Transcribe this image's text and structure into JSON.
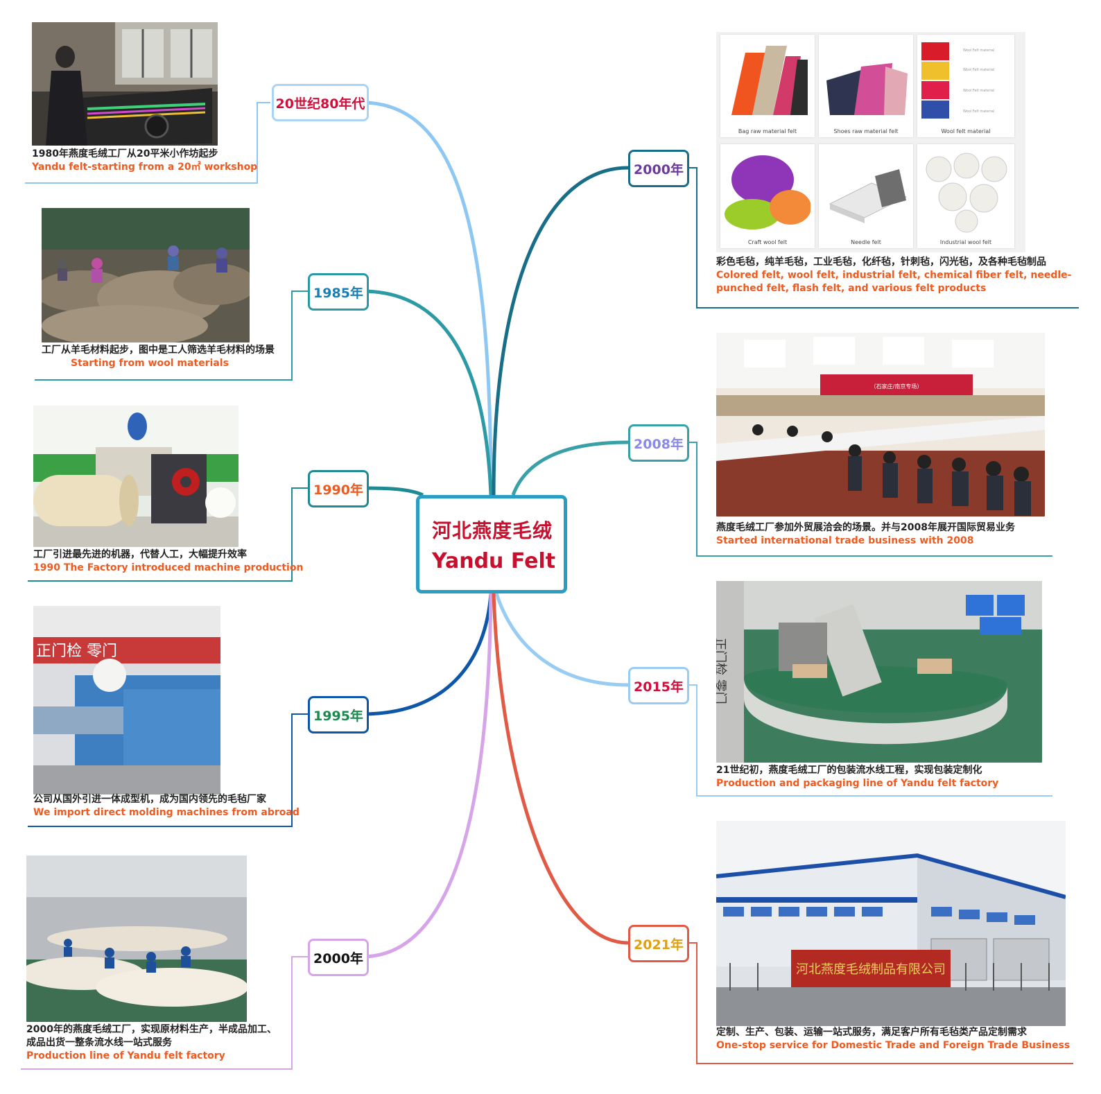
{
  "center": {
    "title_zh": "河北燕度毛绒",
    "title_en": "Yandu Felt"
  },
  "colors": {
    "center_border": "#2a9ec2",
    "title": "#c8102e",
    "caption_en": "#ee5a1f",
    "b1980s": "#8ec8f2",
    "b1985": "#2b9aa5",
    "b1990": "#1f8a92",
    "b1995": "#0d56a8",
    "b2000l": "#d6a4e8",
    "b2000r": "#176e86",
    "b2008": "#3aa0a8",
    "b2015": "#99ccf2",
    "b2021": "#e05a46"
  },
  "branches": {
    "b1980s": {
      "label": "20世纪80年代",
      "caption_zh": "1980年燕度毛绒工厂从20平米小作坊起步",
      "caption_en": "Yandu felt-starting from a 20㎡ workshop"
    },
    "b1985": {
      "label": "1985年",
      "caption_zh": "工厂从羊毛材料起步，图中是工人筛选羊毛材料的场景",
      "caption_en": "Starting from wool materials"
    },
    "b1990": {
      "label": "1990年",
      "caption_zh": "工厂引进最先进的机器，代替人工，大幅提升效率",
      "caption_en": "1990 The Factory introduced machine production"
    },
    "b1995": {
      "label": "1995年",
      "caption_zh": "公司从国外引进一体成型机，成为国内领先的毛毡厂家",
      "caption_en": "We import direct molding machines from abroad"
    },
    "b2000l": {
      "label": "2000年",
      "caption_zh": "2000年的燕度毛绒工厂，实现原材料生产，半成品加工、成品出货一整条流水线一站式服务",
      "caption_en": "Production line of Yandu felt factory"
    },
    "b2000r": {
      "label": "2000年",
      "caption_zh": "彩色毛毡，纯羊毛毡，工业毛毡，化纤毡，针刺毡，闪光毡，及各种毛毡制品",
      "caption_en": "Colored felt, wool felt, industrial felt, chemical fiber felt, needle-punched felt, flash felt, and various felt products",
      "products": [
        "Bag raw material felt",
        "Shoes raw material felt",
        "Wool felt material",
        "Craft wool felt",
        "Needle felt",
        "Industrial wool felt"
      ],
      "swatch_text": [
        "Wool Felt material",
        "Wool Felt material",
        "Wool Felt material",
        "Wool Felt material"
      ]
    },
    "b2008": {
      "label": "2008年",
      "caption_zh": "燕度毛绒工厂参加外贸展洽会的场景。并与2008年展开国际贸易业务",
      "caption_en": "Started international trade business with 2008",
      "banner": "（石家庄/南京专场）"
    },
    "b2015": {
      "label": "2015年",
      "caption_zh": "21世纪初，燕度毛绒工厂的包装流水线工程，实现包装定制化",
      "caption_en": "Production and packaging line of Yandu felt factory",
      "wall_text": "正门检 零门"
    },
    "b2021": {
      "label": "2021年",
      "caption_zh": "定制、生产、包装、运输一站式服务，满足客户所有毛毡类产品定制需求",
      "caption_en": "One-stop service for Domestic Trade and Foreign Trade Business",
      "sign": "河北燕度毛绒制品有限公司"
    }
  }
}
